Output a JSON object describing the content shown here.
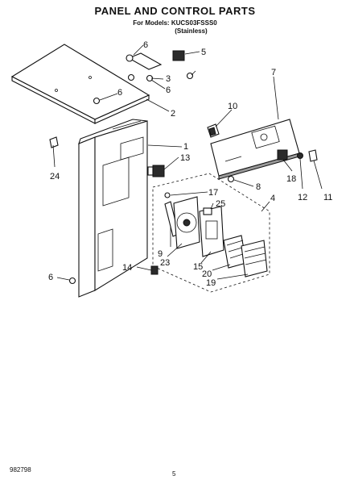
{
  "header": {
    "title": "PANEL AND CONTROL PARTS",
    "models_line": "For Models: KUCS03FSSS0",
    "finish_line": "(Stainless)"
  },
  "callouts": {
    "c1": "1",
    "c2": "2",
    "c3": "3",
    "c4": "4",
    "c5": "5",
    "c6a": "6",
    "c6b": "6",
    "c6c": "6",
    "c6d": "6",
    "c7": "7",
    "c8": "8",
    "c9": "9",
    "c10": "10",
    "c11": "11",
    "c12": "12",
    "c13": "13",
    "c14": "14",
    "c15": "15",
    "c17": "17",
    "c18": "18",
    "c19": "19",
    "c20": "20",
    "c23": "23",
    "c24": "24",
    "c25": "25"
  },
  "footer": {
    "doc_number": "982798",
    "page_number": "5"
  }
}
